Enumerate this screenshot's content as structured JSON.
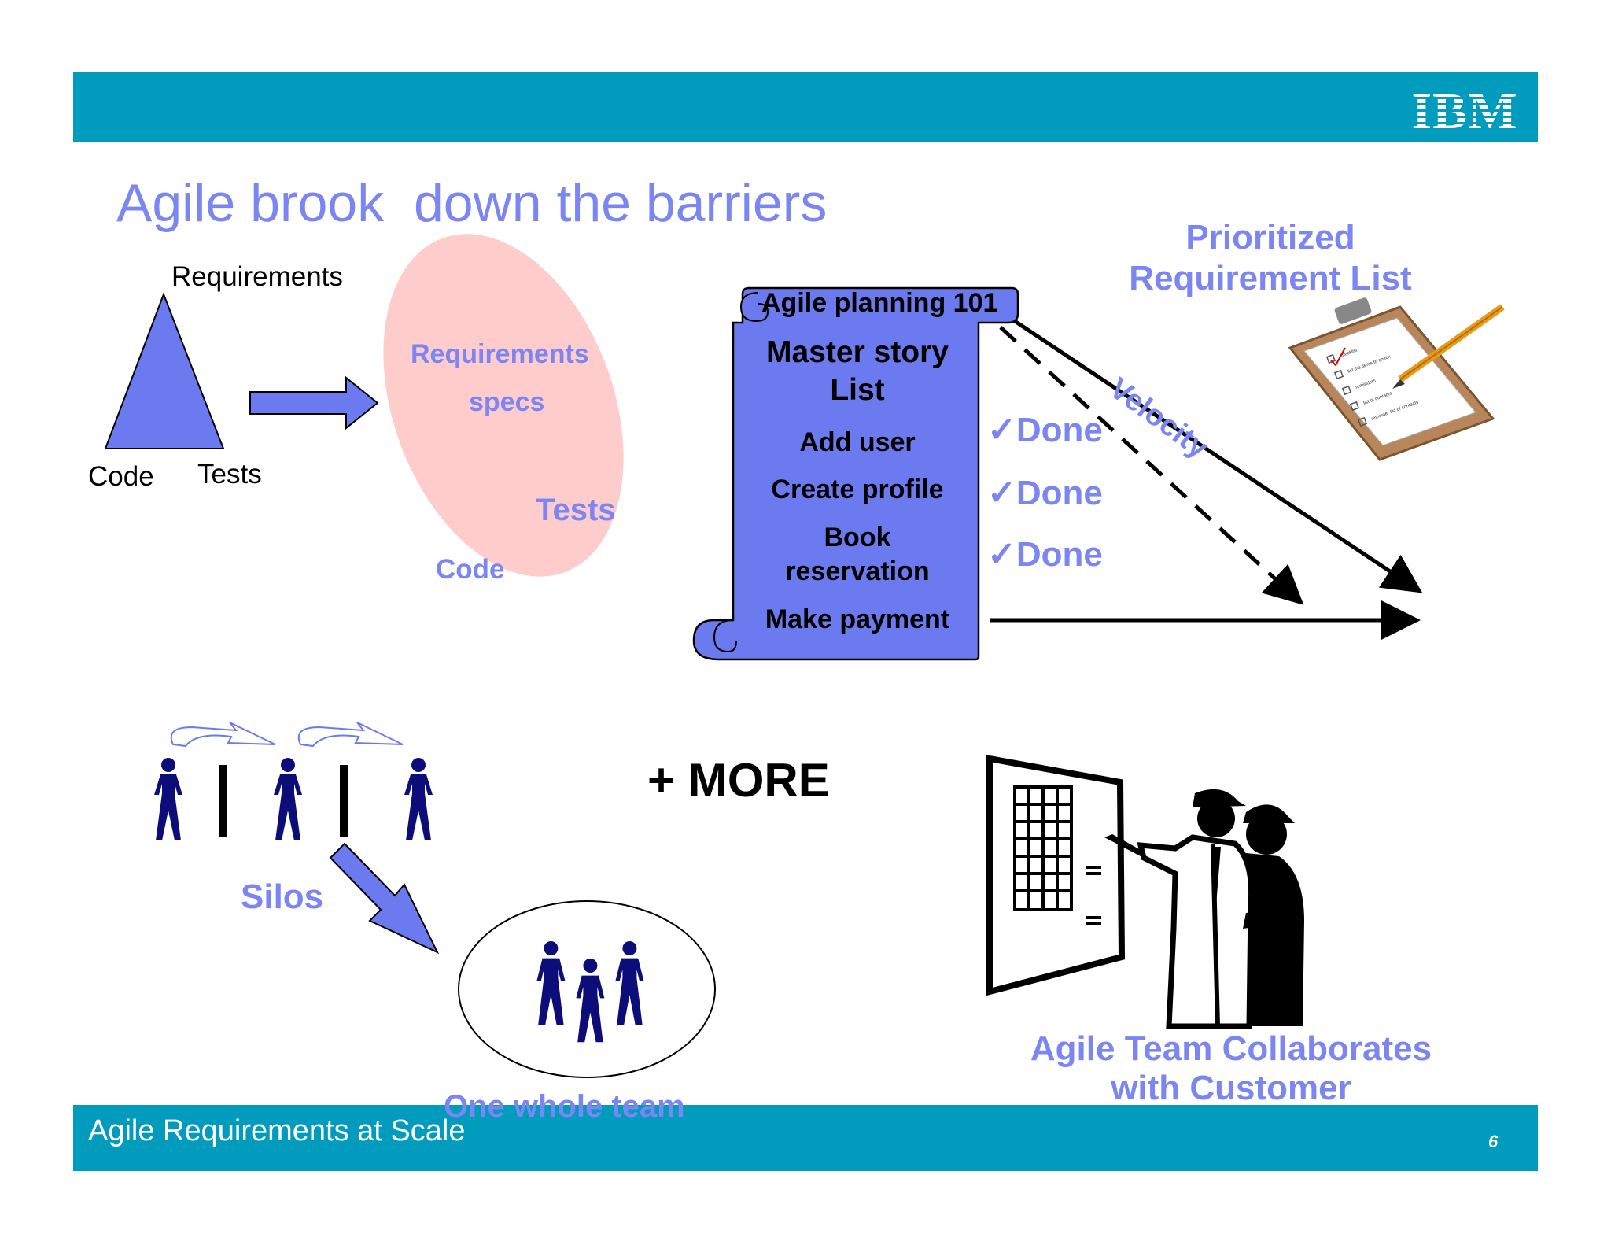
{
  "header": {
    "logo_text": "IBM"
  },
  "title": "Agile brook  down the barriers",
  "triangle": {
    "top": "Requirements",
    "left": "Code",
    "right": "Tests"
  },
  "ellipse": {
    "line1": "Requirements",
    "line2": "specs",
    "tests": "Tests",
    "code": "Code"
  },
  "scroll": {
    "heading": "Agile planning 101",
    "master": [
      "Master story",
      "List"
    ],
    "items": [
      "Add user",
      "Create profile",
      "Book",
      "reservation",
      "Make payment"
    ]
  },
  "done": [
    "✓Done",
    "✓Done",
    "✓Done"
  ],
  "velocity": "Velocity",
  "prioritized": [
    "Prioritized",
    "Requirement List"
  ],
  "clipboard_lines": [
    "checklist",
    "list the items to check",
    "reminders",
    "list of contacts",
    "reminder list of contacts"
  ],
  "more": "+ MORE",
  "silos": "Silos",
  "one_whole_team": "One whole team",
  "collab": [
    "Agile Team Collaborates",
    "with Customer"
  ],
  "footer": {
    "title": "Agile Requirements at Scale",
    "page": "6"
  },
  "colors": {
    "band": "#009bbd",
    "accent": "#7b86f2",
    "people": "#0d0d7a",
    "ellipse": "#ffcccc"
  }
}
